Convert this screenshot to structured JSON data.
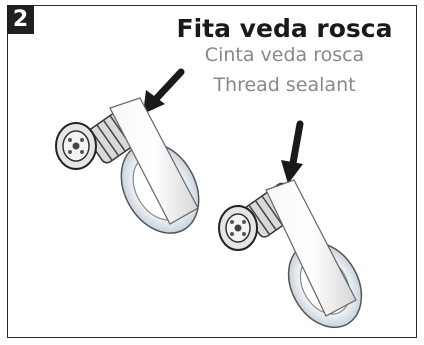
{
  "step": {
    "number": "2"
  },
  "heading": {
    "title": "Fita veda rosca",
    "subtitle_pt": "Cinta veda rosca",
    "subtitle_en": "Thread sealant"
  }
}
